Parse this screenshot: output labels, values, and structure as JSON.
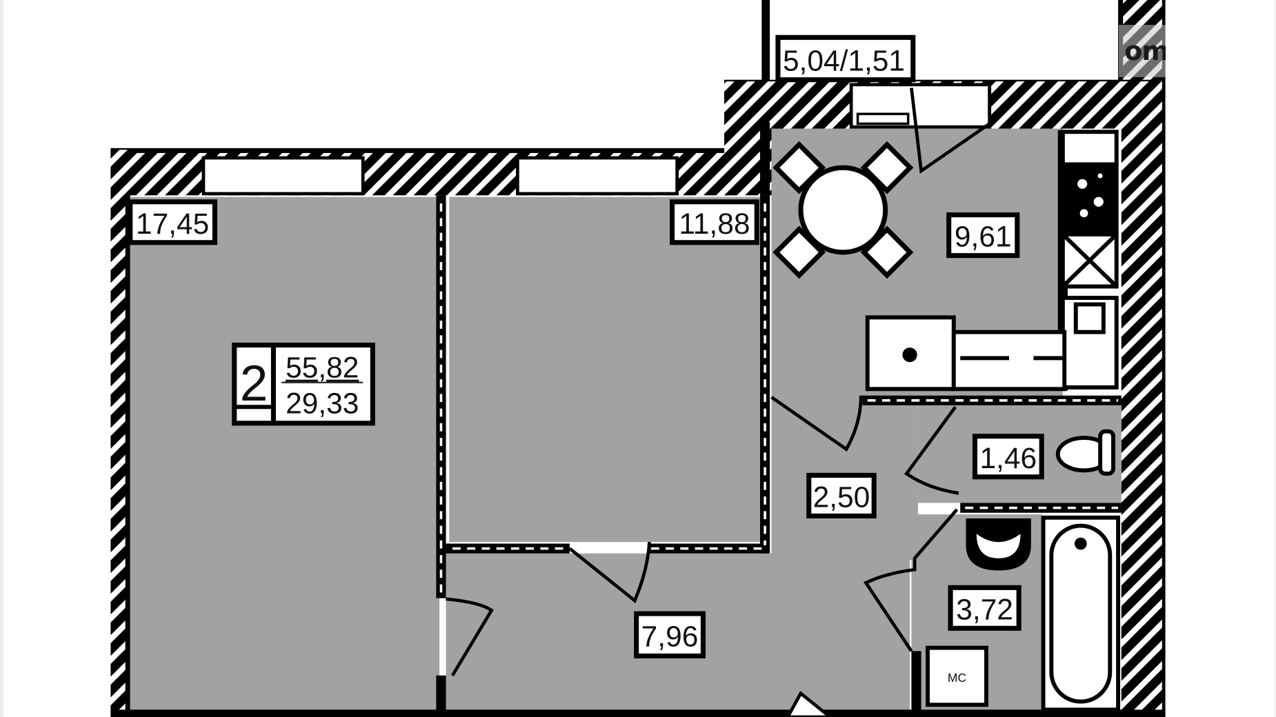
{
  "viewer": {
    "watermark_text": "om"
  },
  "apartment": {
    "rooms_count": "2",
    "total_area": "55,82",
    "living_area": "29,33"
  },
  "rooms": {
    "living_room": "17,45",
    "bedroom": "11,88",
    "kitchen": "9,61",
    "balcony": "5,04/1,51",
    "corridor_small": "2,50",
    "toilet": "1,46",
    "bathroom": "3,72",
    "hallway": "7,96",
    "mc_label": "МС"
  },
  "colors": {
    "floor": "#a2a2a2",
    "wall": "#000000",
    "background": "#ffffff"
  }
}
